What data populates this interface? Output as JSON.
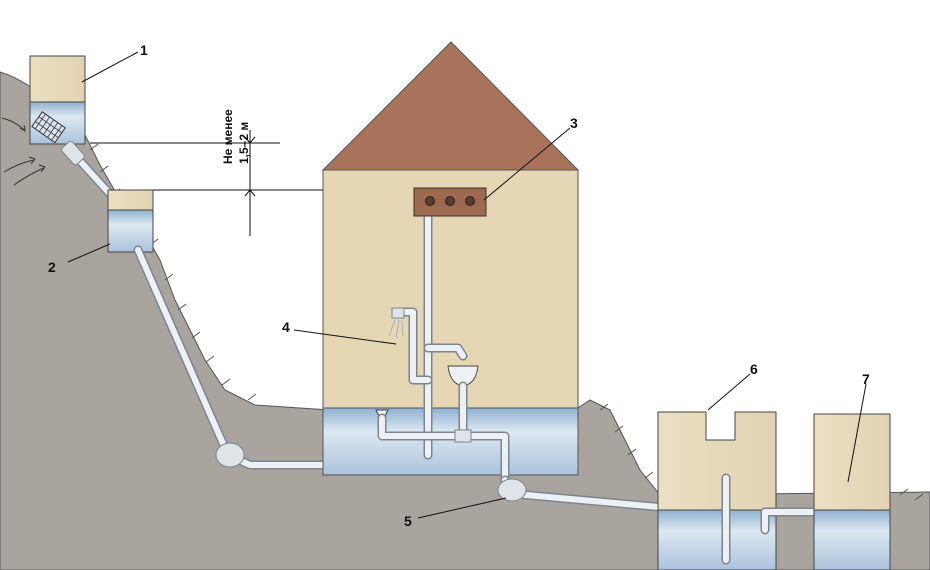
{
  "labels": {
    "n1": "1",
    "n2": "2",
    "n3": "3",
    "n4": "4",
    "n5": "5",
    "n6": "6",
    "n7": "7"
  },
  "height_note": {
    "line1": "Не менее",
    "line2": "1,5–2 м"
  },
  "colors": {
    "ground": "#a9a49d",
    "house_wall": "#e6d7b4",
    "roof": "#a8735a",
    "water": "#b9cde0",
    "tank": "#e8dcbf",
    "pipe": "#dfe4e9",
    "outline": "#333333"
  }
}
